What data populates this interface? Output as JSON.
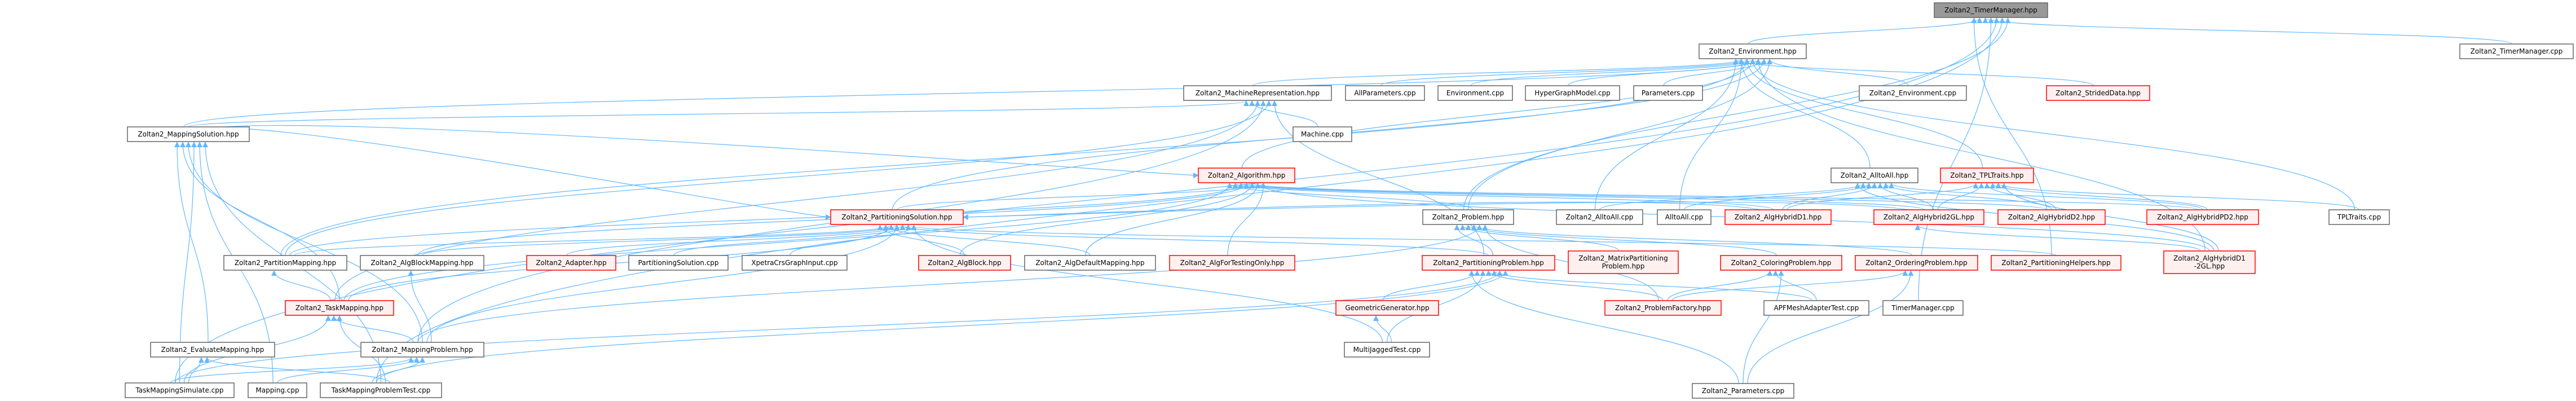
{
  "colors": {
    "edge": "#63b8ff",
    "node_border": "#666666",
    "red_border": "#ff0000",
    "red_fill": "#fff0f0",
    "current_fill": "#999999"
  },
  "nodes": [
    {
      "id": "tmh",
      "lines": [
        "Zoltan2_TimerManager.hpp"
      ],
      "kind": "current"
    },
    {
      "id": "envh",
      "lines": [
        "Zoltan2_Environment.hpp"
      ],
      "kind": "normal"
    },
    {
      "id": "tmcpp",
      "lines": [
        "Zoltan2_TimerManager.cpp"
      ],
      "kind": "normal"
    },
    {
      "id": "machrep",
      "lines": [
        "Zoltan2_MachineRepresentation.hpp"
      ],
      "kind": "normal"
    },
    {
      "id": "allparam",
      "lines": [
        "AllParameters.cpp"
      ],
      "kind": "normal"
    },
    {
      "id": "envcpp",
      "lines": [
        "Environment.cpp"
      ],
      "kind": "normal"
    },
    {
      "id": "hgm",
      "lines": [
        "HyperGraphModel.cpp"
      ],
      "kind": "normal"
    },
    {
      "id": "params",
      "lines": [
        "Parameters.cpp"
      ],
      "kind": "normal"
    },
    {
      "id": "zenvcpp",
      "lines": [
        "Zoltan2_Environment.cpp"
      ],
      "kind": "normal"
    },
    {
      "id": "strided",
      "lines": [
        "Zoltan2_StridedData.hpp"
      ],
      "kind": "red"
    },
    {
      "id": "mapsol",
      "lines": [
        "Zoltan2_MappingSolution.hpp"
      ],
      "kind": "normal"
    },
    {
      "id": "machcpp",
      "lines": [
        "Machine.cpp"
      ],
      "kind": "normal"
    },
    {
      "id": "algo",
      "lines": [
        "Zoltan2_Algorithm.hpp"
      ],
      "kind": "red"
    },
    {
      "id": "a2ah",
      "lines": [
        "Zoltan2_AlltoAll.hpp"
      ],
      "kind": "normal"
    },
    {
      "id": "tplh",
      "lines": [
        "Zoltan2_TPLTraits.hpp"
      ],
      "kind": "red"
    },
    {
      "id": "partsol",
      "lines": [
        "Zoltan2_PartitioningSolution.hpp"
      ],
      "kind": "red"
    },
    {
      "id": "prob",
      "lines": [
        "Zoltan2_Problem.hpp"
      ],
      "kind": "normal"
    },
    {
      "id": "za2acpp",
      "lines": [
        "Zoltan2_AlltoAll.cpp"
      ],
      "kind": "normal"
    },
    {
      "id": "a2acpp",
      "lines": [
        "AlltoAll.cpp"
      ],
      "kind": "normal"
    },
    {
      "id": "hd1",
      "lines": [
        "Zoltan2_AlgHybridD1.hpp"
      ],
      "kind": "red"
    },
    {
      "id": "h2gl",
      "lines": [
        "Zoltan2_AlgHybrid2GL.hpp"
      ],
      "kind": "red"
    },
    {
      "id": "hd2",
      "lines": [
        "Zoltan2_AlgHybridD2.hpp"
      ],
      "kind": "red"
    },
    {
      "id": "hpd2",
      "lines": [
        "Zoltan2_AlgHybridPD2.hpp"
      ],
      "kind": "red"
    },
    {
      "id": "tplcpp",
      "lines": [
        "TPLTraits.cpp"
      ],
      "kind": "normal"
    },
    {
      "id": "partmap",
      "lines": [
        "Zoltan2_PartitionMapping.hpp"
      ],
      "kind": "normal"
    },
    {
      "id": "algblkmap",
      "lines": [
        "Zoltan2_AlgBlockMapping.hpp"
      ],
      "kind": "normal"
    },
    {
      "id": "adapter",
      "lines": [
        "Zoltan2_Adapter.hpp"
      ],
      "kind": "red"
    },
    {
      "id": "partsolcpp",
      "lines": [
        "PartitioningSolution.cpp"
      ],
      "kind": "normal"
    },
    {
      "id": "xpetra",
      "lines": [
        "XpetraCrsGraphInput.cpp"
      ],
      "kind": "normal"
    },
    {
      "id": "algblk",
      "lines": [
        "Zoltan2_AlgBlock.hpp"
      ],
      "kind": "red"
    },
    {
      "id": "algdef",
      "lines": [
        "Zoltan2_AlgDefaultMapping.hpp"
      ],
      "kind": "normal"
    },
    {
      "id": "algtest",
      "lines": [
        "Zoltan2_AlgForTestingOnly.hpp"
      ],
      "kind": "red"
    },
    {
      "id": "partprob",
      "lines": [
        "Zoltan2_PartitioningProblem.hpp"
      ],
      "kind": "red"
    },
    {
      "id": "matprob",
      "lines": [
        "Zoltan2_MatrixPartitioning",
        "Problem.hpp"
      ],
      "kind": "red"
    },
    {
      "id": "colprob",
      "lines": [
        "Zoltan2_ColoringProblem.hpp"
      ],
      "kind": "red"
    },
    {
      "id": "ordprob",
      "lines": [
        "Zoltan2_OrderingProblem.hpp"
      ],
      "kind": "red"
    },
    {
      "id": "parthelp",
      "lines": [
        "Zoltan2_PartitioningHelpers.hpp"
      ],
      "kind": "red"
    },
    {
      "id": "hd12gl",
      "lines": [
        "Zoltan2_AlgHybridD1",
        "-2GL.hpp"
      ],
      "kind": "red"
    },
    {
      "id": "taskmap",
      "lines": [
        "Zoltan2_TaskMapping.hpp"
      ],
      "kind": "red"
    },
    {
      "id": "geogen",
      "lines": [
        "GeometricGenerator.hpp"
      ],
      "kind": "red"
    },
    {
      "id": "probfac",
      "lines": [
        "Zoltan2_ProblemFactory.hpp"
      ],
      "kind": "red"
    },
    {
      "id": "apf",
      "lines": [
        "APFMeshAdapterTest.cpp"
      ],
      "kind": "normal"
    },
    {
      "id": "timercpp",
      "lines": [
        "TimerManager.cpp"
      ],
      "kind": "normal"
    },
    {
      "id": "evalmap",
      "lines": [
        "Zoltan2_EvaluateMapping.hpp"
      ],
      "kind": "normal"
    },
    {
      "id": "mapprob",
      "lines": [
        "Zoltan2_MappingProblem.hpp"
      ],
      "kind": "normal"
    },
    {
      "id": "mjt",
      "lines": [
        "MultiJaggedTest.cpp"
      ],
      "kind": "normal"
    },
    {
      "id": "tms",
      "lines": [
        "TaskMappingSimulate.cpp"
      ],
      "kind": "normal"
    },
    {
      "id": "mapcpp",
      "lines": [
        "Mapping.cpp"
      ],
      "kind": "normal"
    },
    {
      "id": "tmpt",
      "lines": [
        "TaskMappingProblemTest.cpp"
      ],
      "kind": "normal"
    },
    {
      "id": "zparams",
      "lines": [
        "Zoltan2_Parameters.cpp"
      ],
      "kind": "normal"
    }
  ],
  "edges": [
    [
      "envh",
      "tmh"
    ],
    [
      "tmcpp",
      "tmh"
    ],
    [
      "timercpp",
      "tmh"
    ],
    [
      "tms",
      "tmh"
    ],
    [
      "tmpt",
      "tmh"
    ],
    [
      "prob",
      "tmh"
    ],
    [
      "parthelp",
      "tmh"
    ],
    [
      "machrep",
      "envh"
    ],
    [
      "allparam",
      "envh"
    ],
    [
      "envcpp",
      "envh"
    ],
    [
      "hgm",
      "envh"
    ],
    [
      "params",
      "envh"
    ],
    [
      "zenvcpp",
      "envh"
    ],
    [
      "strided",
      "envh"
    ],
    [
      "a2ah",
      "envh"
    ],
    [
      "tplh",
      "envh"
    ],
    [
      "algo",
      "envh"
    ],
    [
      "mapsol",
      "envh"
    ],
    [
      "partsol",
      "envh"
    ],
    [
      "prob",
      "envh"
    ],
    [
      "za2acpp",
      "envh"
    ],
    [
      "a2acpp",
      "envh"
    ],
    [
      "partmap",
      "envh"
    ],
    [
      "tplcpp",
      "envh"
    ],
    [
      "hd12gl",
      "envh"
    ],
    [
      "mapsol",
      "machrep"
    ],
    [
      "machcpp",
      "machrep"
    ],
    [
      "taskmap",
      "machrep"
    ],
    [
      "mapprob",
      "machrep"
    ],
    [
      "partmap",
      "machrep"
    ],
    [
      "partprob",
      "machrep"
    ],
    [
      "evalmap",
      "mapsol"
    ],
    [
      "taskmap",
      "mapsol"
    ],
    [
      "mapprob",
      "mapsol"
    ],
    [
      "tms",
      "mapsol"
    ],
    [
      "mapcpp",
      "mapsol"
    ],
    [
      "tmpt",
      "mapsol"
    ],
    [
      "mapsol",
      "algo"
    ],
    [
      "partmap",
      "algo"
    ],
    [
      "algblkmap",
      "algo"
    ],
    [
      "algblk",
      "algo"
    ],
    [
      "algdef",
      "algo"
    ],
    [
      "algtest",
      "algo"
    ],
    [
      "prob",
      "algo"
    ],
    [
      "hd1",
      "algo"
    ],
    [
      "h2gl",
      "algo"
    ],
    [
      "hd2",
      "algo"
    ],
    [
      "hpd2",
      "algo"
    ],
    [
      "hd12gl",
      "algo"
    ],
    [
      "partsol",
      "algo"
    ],
    [
      "taskmap",
      "algo"
    ],
    [
      "mapsol",
      "partsol"
    ],
    [
      "partmap",
      "partsol"
    ],
    [
      "algblkmap",
      "partsol"
    ],
    [
      "adapter",
      "partsol"
    ],
    [
      "partsolcpp",
      "partsol"
    ],
    [
      "xpetra",
      "partsol"
    ],
    [
      "algblk",
      "partsol"
    ],
    [
      "algdef",
      "partsol"
    ],
    [
      "taskmap",
      "partsol"
    ],
    [
      "mapprob",
      "partsol"
    ],
    [
      "partprob",
      "partsol"
    ],
    [
      "parthelp",
      "partsol"
    ],
    [
      "mjt",
      "partsol"
    ],
    [
      "hd1",
      "partsol"
    ],
    [
      "h2gl",
      "partsol"
    ],
    [
      "taskmap",
      "partmap"
    ],
    [
      "mapprob",
      "algblkmap"
    ],
    [
      "tms",
      "taskmap"
    ],
    [
      "mapprob",
      "taskmap"
    ],
    [
      "tmpt",
      "taskmap"
    ],
    [
      "tms",
      "evalmap"
    ],
    [
      "tmpt",
      "evalmap"
    ],
    [
      "tms",
      "mapprob"
    ],
    [
      "mapcpp",
      "mapprob"
    ],
    [
      "tmpt",
      "mapprob"
    ],
    [
      "partprob",
      "prob"
    ],
    [
      "matprob",
      "prob"
    ],
    [
      "colprob",
      "prob"
    ],
    [
      "ordprob",
      "prob"
    ],
    [
      "mapprob",
      "prob"
    ],
    [
      "probfac",
      "prob"
    ],
    [
      "geogen",
      "partprob"
    ],
    [
      "mjt",
      "partprob"
    ],
    [
      "probfac",
      "partprob"
    ],
    [
      "apf",
      "partprob"
    ],
    [
      "tms",
      "partprob"
    ],
    [
      "tmpt",
      "partprob"
    ],
    [
      "zparams",
      "partprob"
    ],
    [
      "mjt",
      "geogen"
    ],
    [
      "probfac",
      "colprob"
    ],
    [
      "apf",
      "colprob"
    ],
    [
      "zparams",
      "colprob"
    ],
    [
      "probfac",
      "ordprob"
    ],
    [
      "zparams",
      "ordprob"
    ],
    [
      "za2acpp",
      "a2ah"
    ],
    [
      "a2acpp",
      "a2ah"
    ],
    [
      "hd1",
      "a2ah"
    ],
    [
      "h2gl",
      "a2ah"
    ],
    [
      "hd2",
      "a2ah"
    ],
    [
      "hpd2",
      "a2ah"
    ],
    [
      "hd12gl",
      "a2ah"
    ],
    [
      "hd1",
      "tplh"
    ],
    [
      "h2gl",
      "tplh"
    ],
    [
      "hd2",
      "tplh"
    ],
    [
      "hpd2",
      "tplh"
    ],
    [
      "tplcpp",
      "tplh"
    ],
    [
      "hd12gl",
      "tplh"
    ],
    [
      "hd12gl",
      "h2gl"
    ]
  ]
}
